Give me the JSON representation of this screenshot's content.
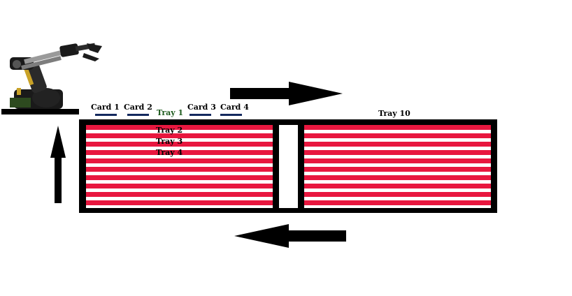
{
  "diagram": {
    "cards": [
      {
        "label": "Card 1"
      },
      {
        "label": "Card 2"
      },
      {
        "label": "Card 3"
      },
      {
        "label": "Card 4"
      }
    ],
    "trays": {
      "tray1": "Tray 1",
      "tray2": "Tray 2",
      "tray3": "Tray 3",
      "tray4": "Tray 4",
      "tray10": "Tray 10"
    },
    "colors": {
      "stripe": "#e8173f",
      "frame": "#000000",
      "card_bar": "#14295e",
      "tray1_text": "#1f5c1f",
      "arrow": "#000000"
    },
    "icons": {
      "robot_arm": "robot-arm-icon",
      "arrow_up": "arrow-up-icon",
      "arrow_right": "arrow-right-icon",
      "arrow_left": "arrow-left-icon"
    }
  }
}
